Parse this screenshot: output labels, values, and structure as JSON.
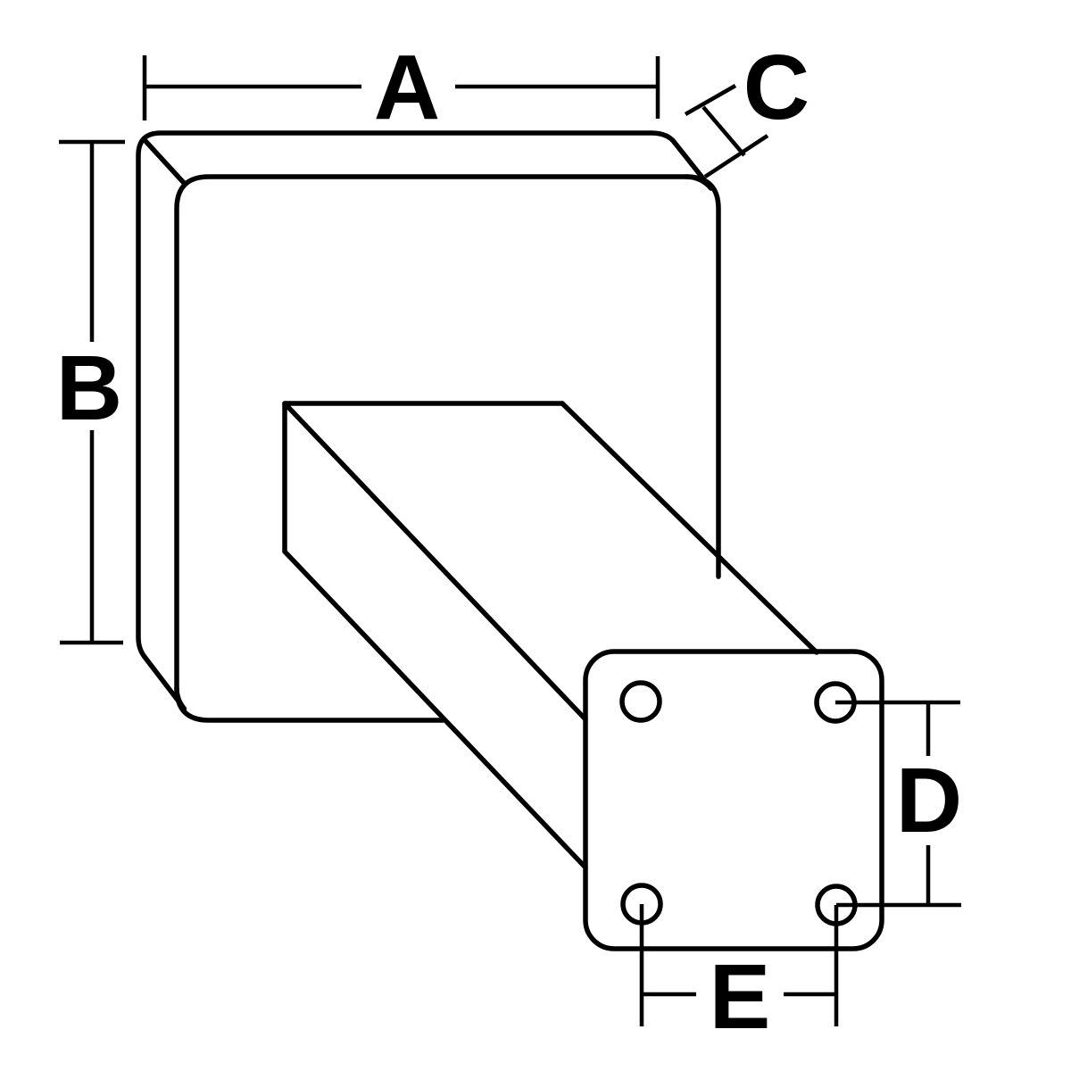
{
  "drawing": {
    "type": "technical-dimension-diagram",
    "part": "square pad with shaft and four-hole mounting plate",
    "labels": {
      "a": "A",
      "b": "B",
      "c": "C",
      "d": "D",
      "e": "E"
    },
    "dimension_roles": {
      "a": "top horizontal width of pad",
      "b": "left vertical height of pad",
      "c": "pad thickness (diagonal at top-right corner)",
      "d": "vertical hole spacing on mounting plate",
      "e": "horizontal hole spacing on mounting plate"
    },
    "hole_count": 4
  },
  "colors": {
    "line": "#000000",
    "surface": "#ededed",
    "face": "#ffffff",
    "background": "#ffffff"
  }
}
